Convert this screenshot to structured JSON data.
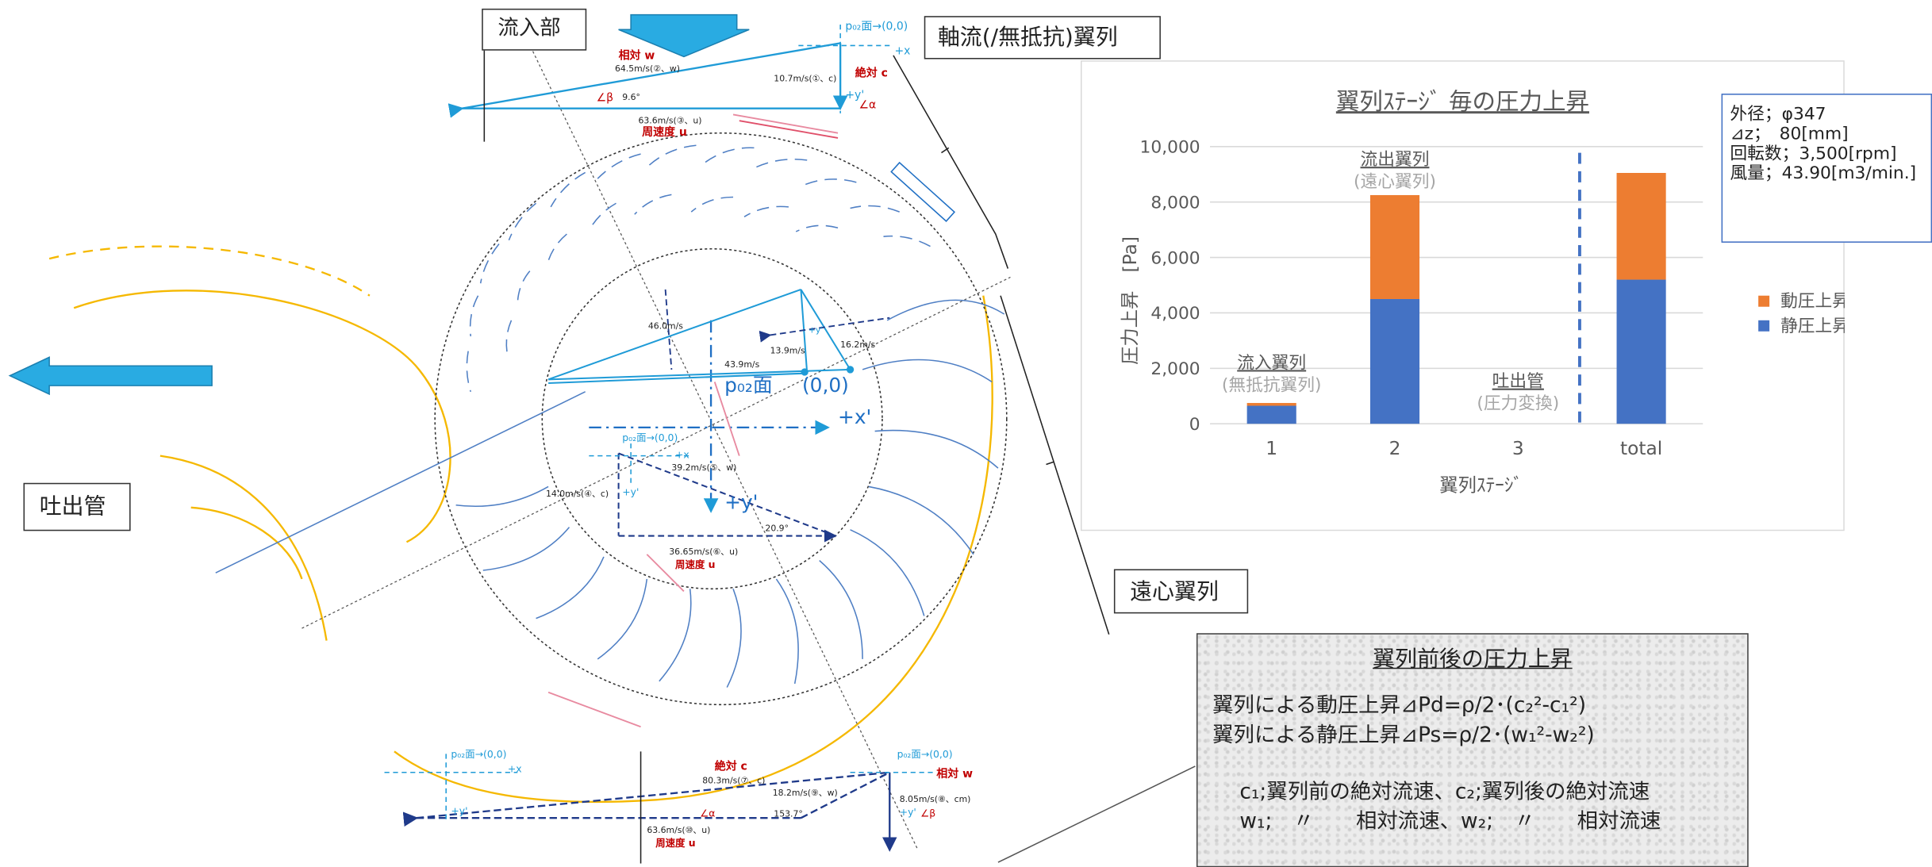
{
  "labels": {
    "inflow": "流入部",
    "axial_row": "軸流(/無抵抗)翼列",
    "centrifugal_row": "遠心翼列",
    "discharge_pipe": "吐出管"
  },
  "spec_box": {
    "lines": [
      "外径；φ347",
      "⊿z；　80[mm]",
      "回転数；3,500[rpm]",
      "風量；43.90[m3/min.]"
    ]
  },
  "note": {
    "title": "翼列前後の圧力上昇",
    "formula_dynamic": "翼列による動圧上昇⊿Pd=ρ/2･(c₂²-c₁²)",
    "formula_static": "翼列による静圧上昇⊿Ps=ρ/2･(w₁²-w₂²)",
    "def1": "c₁;翼列前の絶対流速、c₂;翼列後の絶対流速",
    "def2": "w₁;　〃　　相対流速、w₂;　〃　　相対流速"
  },
  "top_diagram": {
    "origin": "p₀₂面→(0,0)",
    "x_axis": "+x",
    "y_axis": "+y'",
    "w_title": "相対 w",
    "w_value": "64.5m/s(②、w)",
    "c_title": "絶対 c",
    "c_value": "10.7m/s(①、c)",
    "beta": "∠β",
    "beta_val": "9.6°",
    "alpha": "∠α",
    "u_value": "63.6m/s(③、u)",
    "u_title": "周速度 u"
  },
  "center_diagram": {
    "v1": "46.0m/s",
    "v2": "13.9m/s",
    "v3": "16.2m/s",
    "v4": "43.9m/s",
    "v5": "p₀₂面",
    "origin": "(0,0)",
    "x_axis": "+x'",
    "y_axis": "+y'",
    "y_small": "+y'",
    "origin_small": "p₀₂面→(0,0)",
    "x_small": "+x",
    "w_value": "39.2m/s(⑤、w)",
    "c_value": "14.0m/s(④、c)",
    "angle": "20.9°",
    "u_value": "36.65m/s(⑥、u)",
    "u_title": "周速度 u"
  },
  "bottom_diagram": {
    "origin_left": "p₀₂面→(0,0)",
    "x_left": "+x",
    "y_left": "+y'",
    "c_title": "絶対 c",
    "c_value": "80.3m/s(⑦、c)",
    "w_value": "18.2m/s(⑨、w)",
    "alpha": "∠α",
    "angle": "153.7°",
    "u_value": "63.6m/s(⑩、u)",
    "u_title": "周速度 u",
    "origin_right": "p₀₂面→(0,0)",
    "w_title": "相対 w",
    "cm_value": "8.05m/s(⑧、cm)",
    "y_right": "+y'",
    "beta": "∠β"
  },
  "chart_data": {
    "type": "bar",
    "title": "翼列ｽﾃｰｼﾞ 毎の圧力上昇",
    "xlabel": "翼列ｽﾃｰｼﾞ",
    "ylabel": "圧力上昇　[Pa]",
    "categories": [
      "1",
      "2",
      "3",
      "total"
    ],
    "ylim": [
      0,
      10000
    ],
    "yticks": [
      "0",
      "2,000",
      "4,000",
      "6,000",
      "8,000",
      "10,000"
    ],
    "stacked": true,
    "series": [
      {
        "name": "静圧上昇",
        "color": "#4472c4",
        "values": [
          650,
          4500,
          0,
          5200
        ]
      },
      {
        "name": "動圧上昇",
        "color": "#ed7d31",
        "values": [
          100,
          3750,
          0,
          3850
        ]
      }
    ],
    "legend_position": "right",
    "grid": true,
    "annotations": [
      {
        "category": "1",
        "main": "流入翼列",
        "sub": "(無抵抗翼列)"
      },
      {
        "category": "2",
        "main": "流出翼列",
        "sub": "(遠心翼列)"
      },
      {
        "category": "3",
        "main": "吐出管",
        "sub": "(圧力変換)"
      }
    ],
    "divider_between": [
      "3",
      "total"
    ]
  }
}
